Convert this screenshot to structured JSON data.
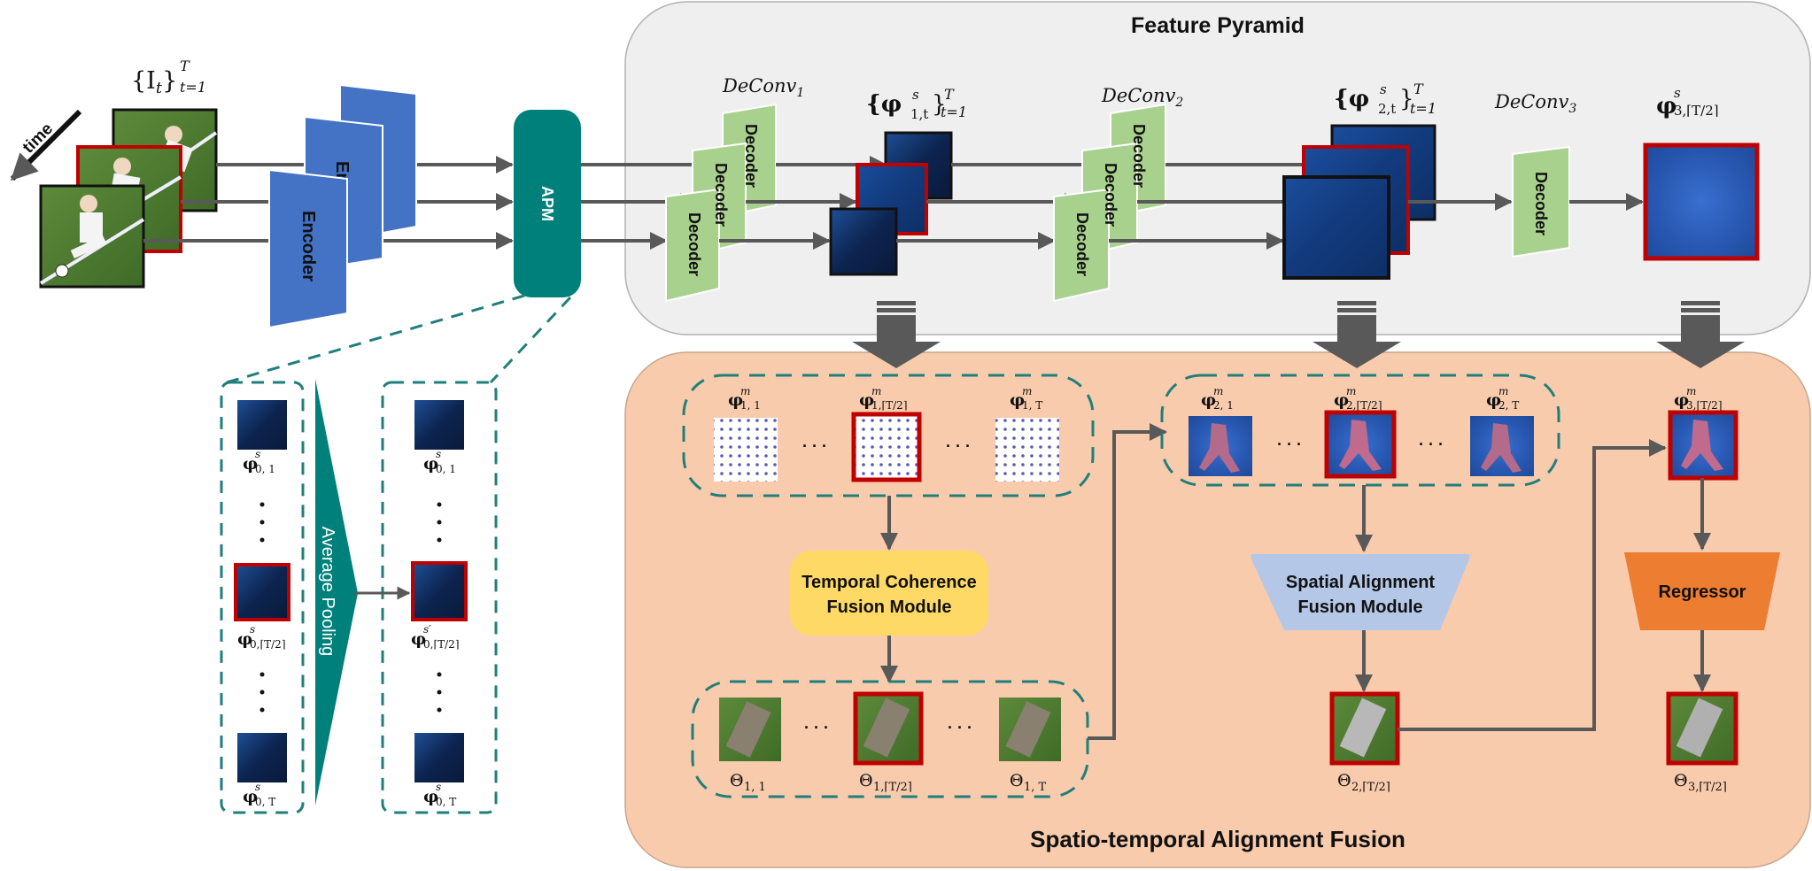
{
  "title_pyramid": "Feature Pyramid",
  "title_fusion": "Spatio-temporal Alignment Fusion",
  "time_label": "time",
  "input_label": {
    "main": "{I",
    "sub": "t",
    "close": "}",
    "sup": "T",
    "range": "t=1"
  },
  "encoder_label": "Encoder",
  "encoder_partial_label": "En",
  "apm_label": "APM",
  "decoder_label": "Decoder",
  "deconv_labels": [
    {
      "name": "DeConv",
      "sub": "1"
    },
    {
      "name": "DeConv",
      "sub": "2"
    },
    {
      "name": "DeConv",
      "sub": "3"
    }
  ],
  "pyramid_labels": [
    {
      "main": "{φ",
      "sup": "s",
      "sub": "1,t",
      "close": "}",
      "sup2": "T",
      "range": "t=1"
    },
    {
      "main": "{φ",
      "sup": "s",
      "sub": "2,t",
      "close": "}",
      "sup2": "T",
      "range": "t=1"
    },
    {
      "main": "φ",
      "sup": "s",
      "sub": "3,⌈T/2⌉"
    }
  ],
  "apm_detail": {
    "pooling_label": "Average Pooling",
    "left_labels": [
      {
        "main": "φ",
        "sup": "s",
        "sub": "0, 1"
      },
      {
        "main": "φ",
        "sup": "s",
        "sub": "0,⌈T/2⌉"
      },
      {
        "main": "φ",
        "sup": "s",
        "sub": "0, T"
      }
    ],
    "right_labels": [
      {
        "main": "φ",
        "sup": "s",
        "sub": "0, 1"
      },
      {
        "main": "φ",
        "sup": "s′",
        "sub": "0,⌈T/2⌉"
      },
      {
        "main": "φ",
        "sup": "s",
        "sub": "0, T"
      }
    ]
  },
  "ellipsis": "· · ·",
  "vdots": "⋮",
  "level1_labels": [
    {
      "main": "φ",
      "sup": "m",
      "sub": "1, 1"
    },
    {
      "main": "φ",
      "sup": "m",
      "sub": "1,⌈T/2⌉"
    },
    {
      "main": "φ",
      "sup": "m",
      "sub": "1, T"
    }
  ],
  "level2_labels": [
    {
      "main": "φ",
      "sup": "m",
      "sub": "2, 1"
    },
    {
      "main": "φ",
      "sup": "m",
      "sub": "2,⌈T/2⌉"
    },
    {
      "main": "φ",
      "sup": "m",
      "sub": "2, T"
    }
  ],
  "level3_label": {
    "main": "φ",
    "sup": "m",
    "sub": "3,⌈T/2⌉"
  },
  "theta_labels": [
    {
      "main": "Θ",
      "sub": "1, 1"
    },
    {
      "main": "Θ",
      "sub": "1,⌈T/2⌉"
    },
    {
      "main": "Θ",
      "sub": "1, T"
    }
  ],
  "theta2_label": {
    "main": "Θ",
    "sub": "2,⌈T/2⌉"
  },
  "theta3_label": {
    "main": "Θ",
    "sub": "3,⌈T/2⌉"
  },
  "modules": {
    "temporal": [
      "Temporal Coherence",
      "Fusion Module"
    ],
    "spatial": [
      "Spatial Alignment",
      "Fusion Module"
    ],
    "regressor": "Regressor"
  },
  "colors": {
    "encoder": "#4472c4",
    "apm": "#00807a",
    "decoder": "#a9d18e",
    "pyramid_bg": "#efefef",
    "fusion_bg": "#f8cbad",
    "temporal": "#ffd966",
    "spatial": "#b4c7e7",
    "regressor": "#ed7d31",
    "highlight": "#c00000",
    "arrow": "#595959",
    "teal_dash": "#1f7f7a"
  }
}
